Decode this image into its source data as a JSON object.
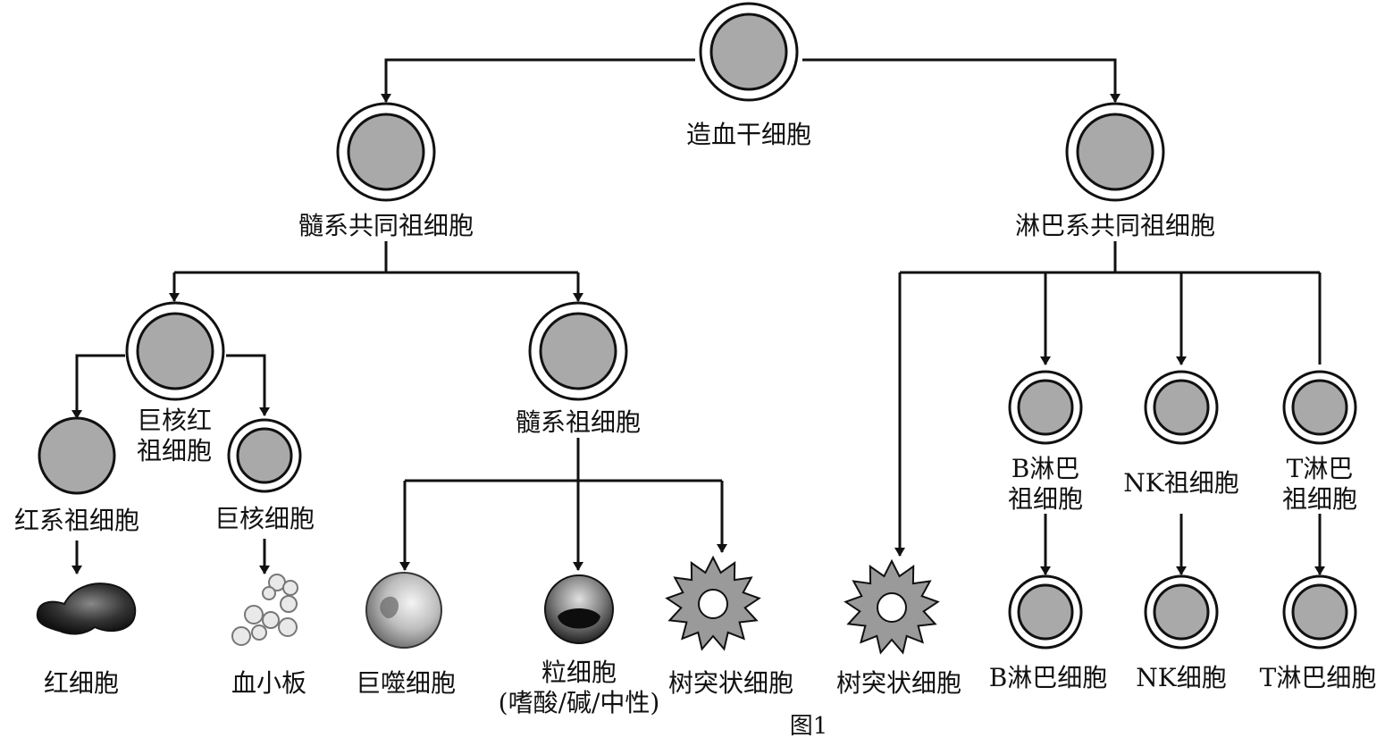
{
  "diagram": {
    "caption": "图1",
    "cells": {
      "hsc": "造血干细胞",
      "myeloid_common": "髓系共同祖细胞",
      "lymphoid_common": "淋巴系共同祖细胞",
      "megakaryocyte_erythroid_line1": "巨核红",
      "megakaryocyte_erythroid_line2": "祖细胞",
      "myeloid_progenitor": "髓系祖细胞",
      "erythroid_progenitor": "红系祖细胞",
      "megakaryocyte": "巨核细胞",
      "red_blood_cell": "红细胞",
      "platelet": "血小板",
      "macrophage": "巨噬细胞",
      "granulocyte_line1": "粒细胞",
      "granulocyte_line2": "(嗜酸/碱/中性)",
      "dendritic_cell_myeloid": "树突状细胞",
      "dendritic_cell_lymphoid": "树突状细胞",
      "b_progenitor_line1": "B淋巴",
      "b_progenitor_line2": "祖细胞",
      "nk_progenitor": "NK祖细胞",
      "t_progenitor_line1": "T淋巴",
      "t_progenitor_line2": "祖细胞",
      "b_cell": "B淋巴细胞",
      "nk_cell": "NK细胞",
      "t_cell": "T淋巴细胞"
    },
    "colors": {
      "cell_fill": "#a9a9a9",
      "outline": "#111111",
      "dendritic_fill": "#9a9a9a"
    }
  }
}
